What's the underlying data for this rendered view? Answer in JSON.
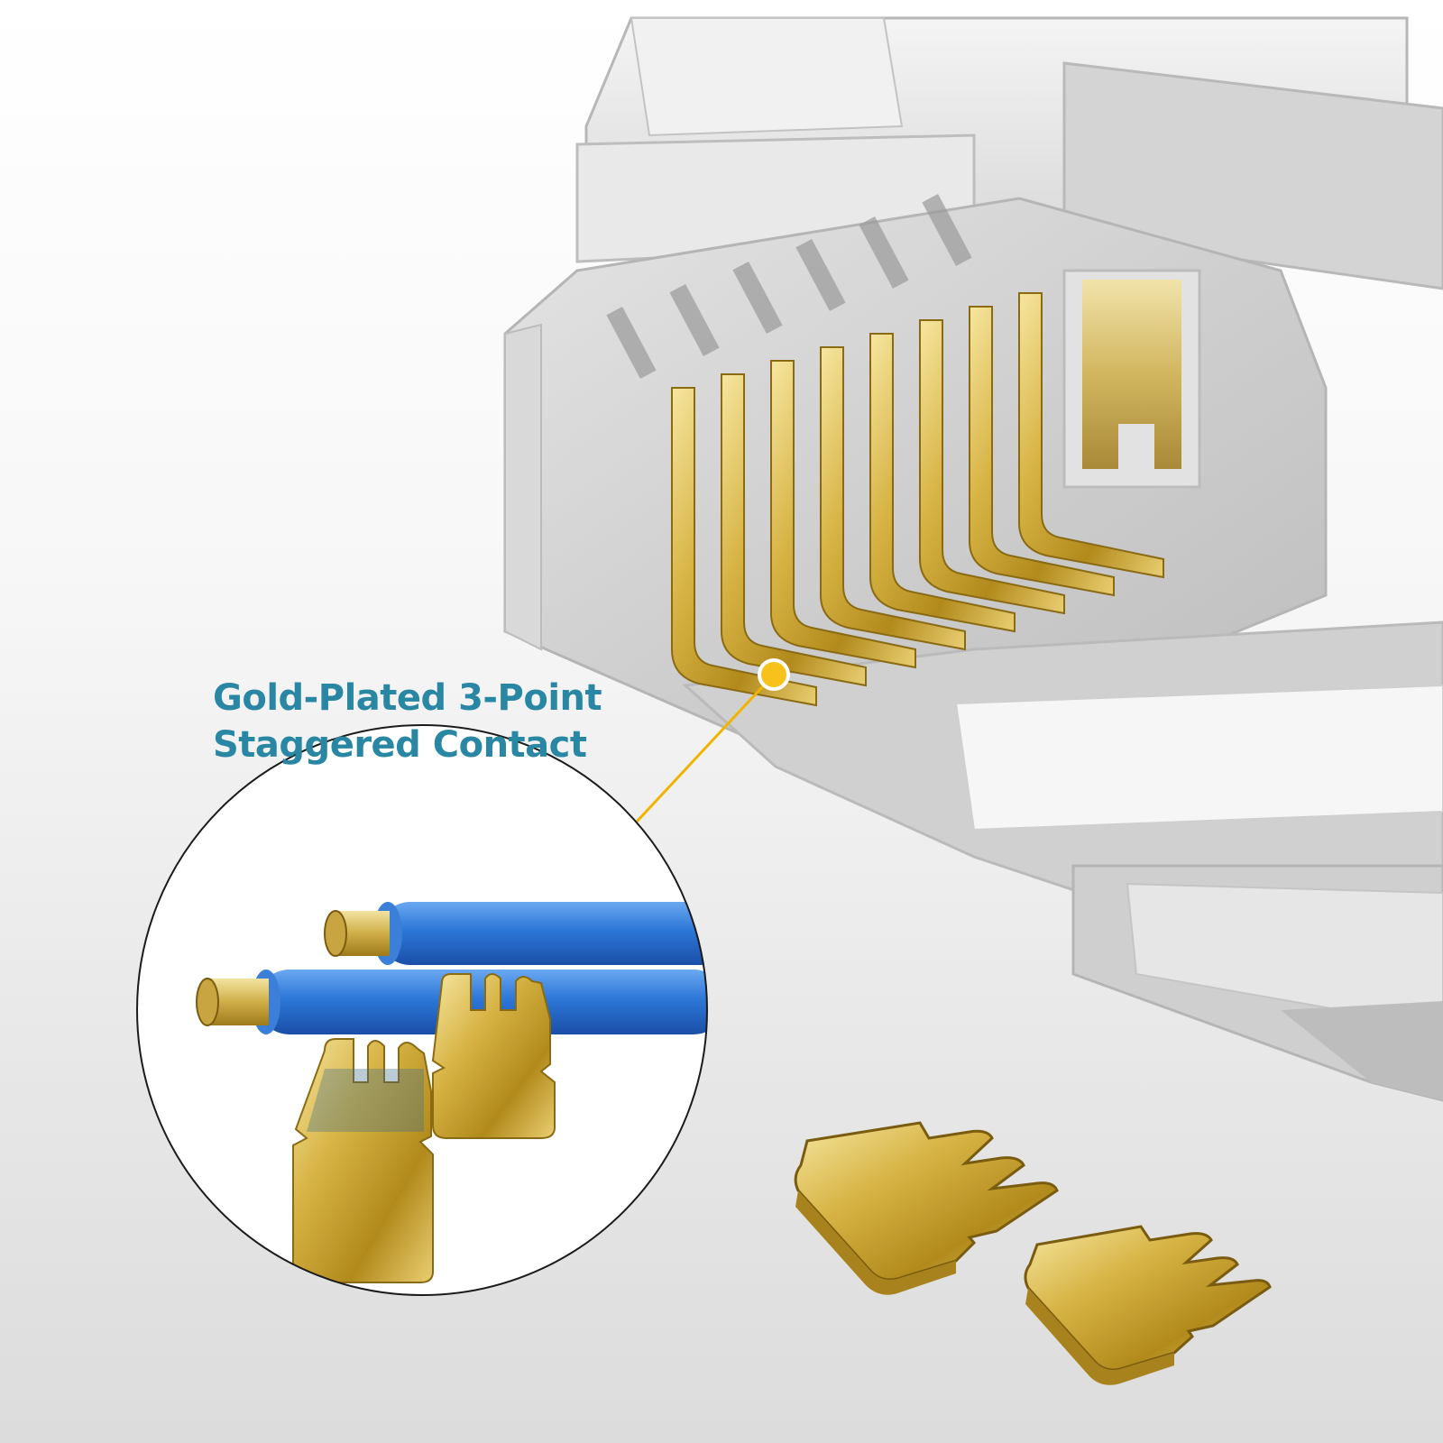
{
  "callout": {
    "line1": "Gold-Plated 3-Point",
    "line2": "Staggered Contact"
  },
  "colors": {
    "label_text": "#2a87a3",
    "leader_line": "#f0b400",
    "gold": "#d7b445",
    "wire_insulation": "#2d77d8",
    "connector_housing": "#c9c9c9"
  },
  "illustration": {
    "subject": "rj45-connector-cutaway",
    "contact_count": 8
  }
}
